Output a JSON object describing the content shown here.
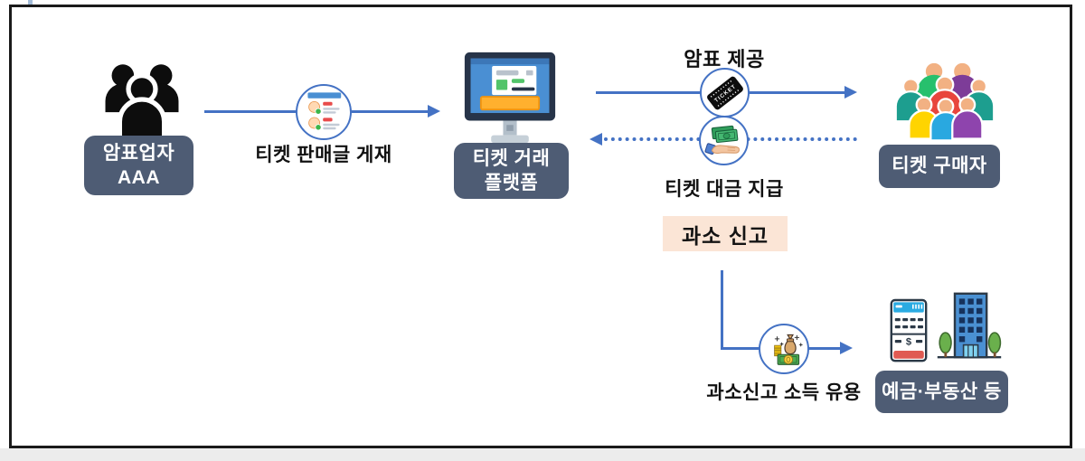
{
  "diagram": {
    "scalper": {
      "line1": "암표업자",
      "line2": "AAA"
    },
    "post_label": "티켓 판매글 게재",
    "platform": {
      "line1": "티켓 거래",
      "line2": "플랫폼"
    },
    "provide_label": "암표 제공",
    "ticket_text": "TICKET",
    "payment_label": "티켓 대금 지급",
    "underreport_label": "과소 신고",
    "buyer_label": "티켓 구매자",
    "misuse_label": "과소신고 소득 유용",
    "assets_label": "예금·부동산 등",
    "calculator_symbol": "$"
  },
  "icons": {
    "scalper": "black-people-group-icon",
    "post_step": "listing-page-icon",
    "platform": "monitor-icon",
    "provide_step": "ticket-icon",
    "payment_step": "money-hand-icon",
    "misuse_step": "money-bag-icon",
    "assets": [
      "calculator-icon",
      "building-icon"
    ]
  },
  "colors": {
    "arrow": "#4472c4",
    "node_box": "#4e5c74",
    "highlight_box": "#fbe5d6",
    "frame_border": "#1a1a1a"
  }
}
